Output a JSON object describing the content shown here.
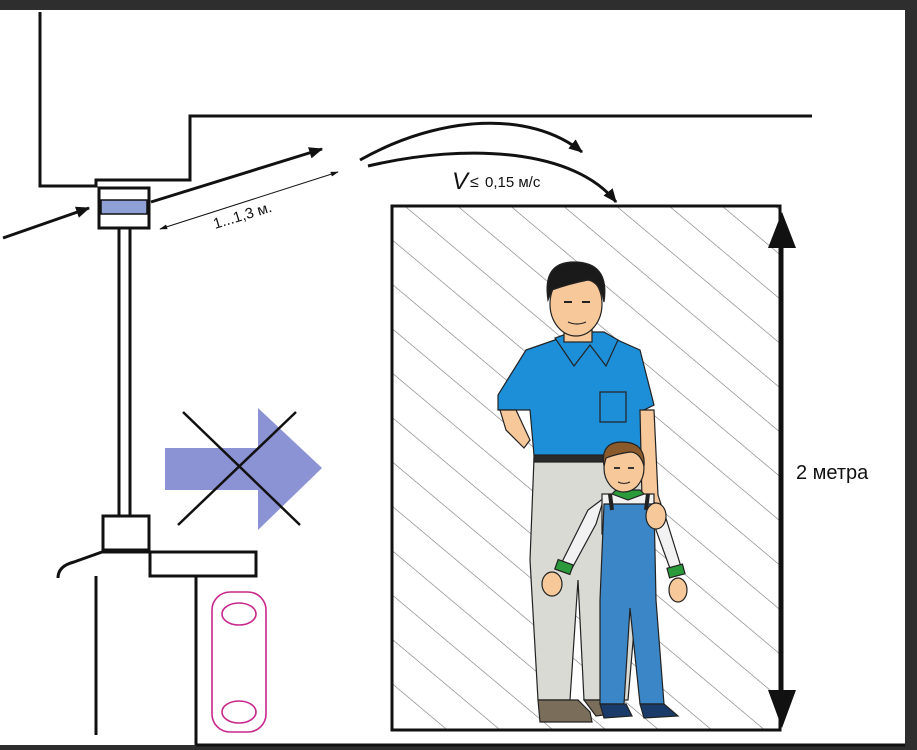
{
  "labels": {
    "distance": "1...1,3 м.",
    "velocity_symbol": "V",
    "velocity_relation": "≤",
    "velocity_value": "0,15 м/с",
    "height": "2 метра"
  },
  "colors": {
    "background": "#ffffff",
    "frame": "#2e2e2e",
    "line": "#111111",
    "vent_blue": "#8fa0d6",
    "wrong_arrow": "#8c93d4",
    "radiator": "#c8288c",
    "shirt": "#1d8fd8",
    "pants": "#d8dad3",
    "overalls": "#3a86c6",
    "skin": "#f6c89a",
    "hair": "#1a1a1a"
  }
}
